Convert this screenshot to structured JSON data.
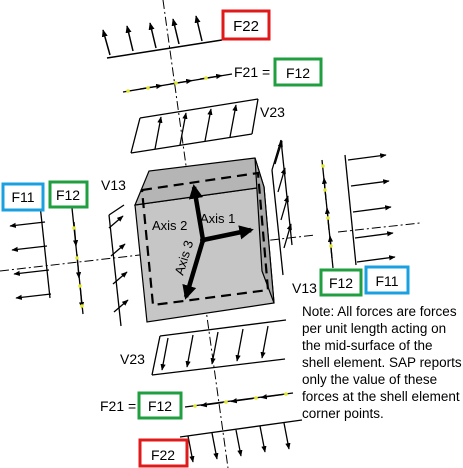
{
  "labels": {
    "f22_top": "F22",
    "f22_bottom": "F22",
    "f21_top": "F21 =",
    "f12_top": "F12",
    "f21_bottom": "F21 =",
    "f12_bottom": "F12",
    "v23_top": "V23",
    "v23_bottom": "V23",
    "v13_left": "V13",
    "v13_right": "V13",
    "f11_left": "F11",
    "f12_left": "F12",
    "f12_right": "F12",
    "f11_right": "F11",
    "axis1": "Axis 1",
    "axis2": "Axis 2",
    "axis3": "Axis 3"
  },
  "note": "Note: All forces are forces per unit length acting on the mid-surface of the shell element. SAP reports only the value of these forces at the shell element corner points.",
  "colors": {
    "red_box": "#e01a1a",
    "green_box": "#1f9f3f",
    "blue_box": "#1aa0e0",
    "element_face": "#c6c6c6",
    "element_top": "#b5b5b5",
    "element_side": "#a9a9a9",
    "yellow_dots": "#e3e82a"
  }
}
